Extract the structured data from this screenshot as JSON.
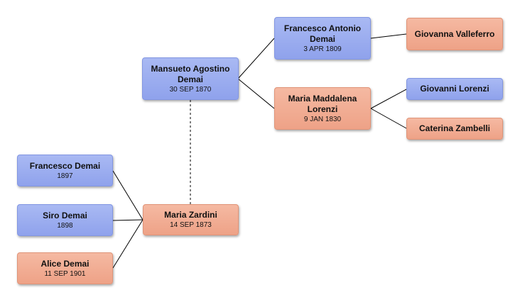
{
  "persons": {
    "mansueto": {
      "name": "Mansueto Agostino Demai",
      "date": "30 SEP 1870",
      "sex": "male"
    },
    "francesco_antonio": {
      "name": "Francesco Antonio Demai",
      "date": "3 APR 1809",
      "sex": "male"
    },
    "maria_maddalena": {
      "name": "Maria Maddalena Lorenzi",
      "date": "9 JAN 1830",
      "sex": "female"
    },
    "giovanna": {
      "name": "Giovanna Valleferro",
      "date": "",
      "sex": "female"
    },
    "giovanni": {
      "name": "Giovanni Lorenzi",
      "date": "",
      "sex": "male"
    },
    "caterina": {
      "name": "Caterina Zambelli",
      "date": "",
      "sex": "female"
    },
    "maria_zardini": {
      "name": "Maria Zardini",
      "date": "14 SEP 1873",
      "sex": "female"
    },
    "francesco": {
      "name": "Francesco Demai",
      "date": "1897",
      "sex": "male"
    },
    "siro": {
      "name": "Siro Demai",
      "date": "1898",
      "sex": "male"
    },
    "alice": {
      "name": "Alice Demai",
      "date": "11 SEP 1901",
      "sex": "female"
    }
  },
  "colors": {
    "male_fill": "#99abef",
    "female_fill": "#f1ab91",
    "line": "#000000"
  }
}
